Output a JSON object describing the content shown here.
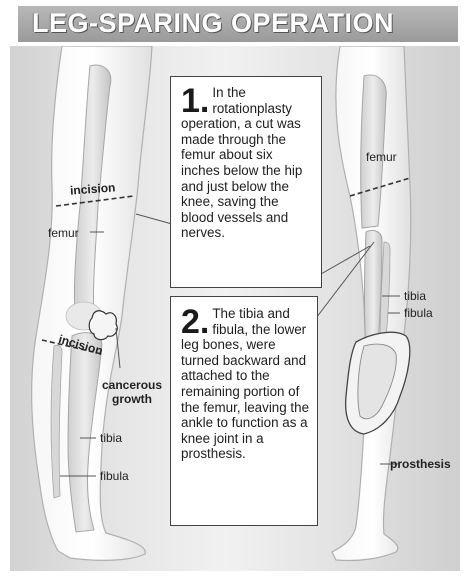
{
  "title": "LEG-SPARING OPERATION",
  "left_leg": {
    "incision_top": "incision",
    "femur": "femur",
    "incision_bottom": "incision",
    "growth": "cancerous growth",
    "growth_line1": "cancerous",
    "growth_line2": "growth",
    "tibia": "tibia",
    "fibula": "fibula"
  },
  "right_leg": {
    "femur": "femur",
    "tibia": "tibia",
    "fibula": "fibula",
    "prosthesis": "prosthesis"
  },
  "steps": [
    {
      "number": "1.",
      "text": "In the rotationplasty operation, a cut was made through the femur about six inches below the hip and just below the knee, saving the blood vessels and nerves."
    },
    {
      "number": "2.",
      "text": "The tibia and fibula, the lower leg bones, were turned backward and attached to the remaining portion of the femur, leaving the ankle to function as a knee joint in a prosthesis."
    }
  ]
}
